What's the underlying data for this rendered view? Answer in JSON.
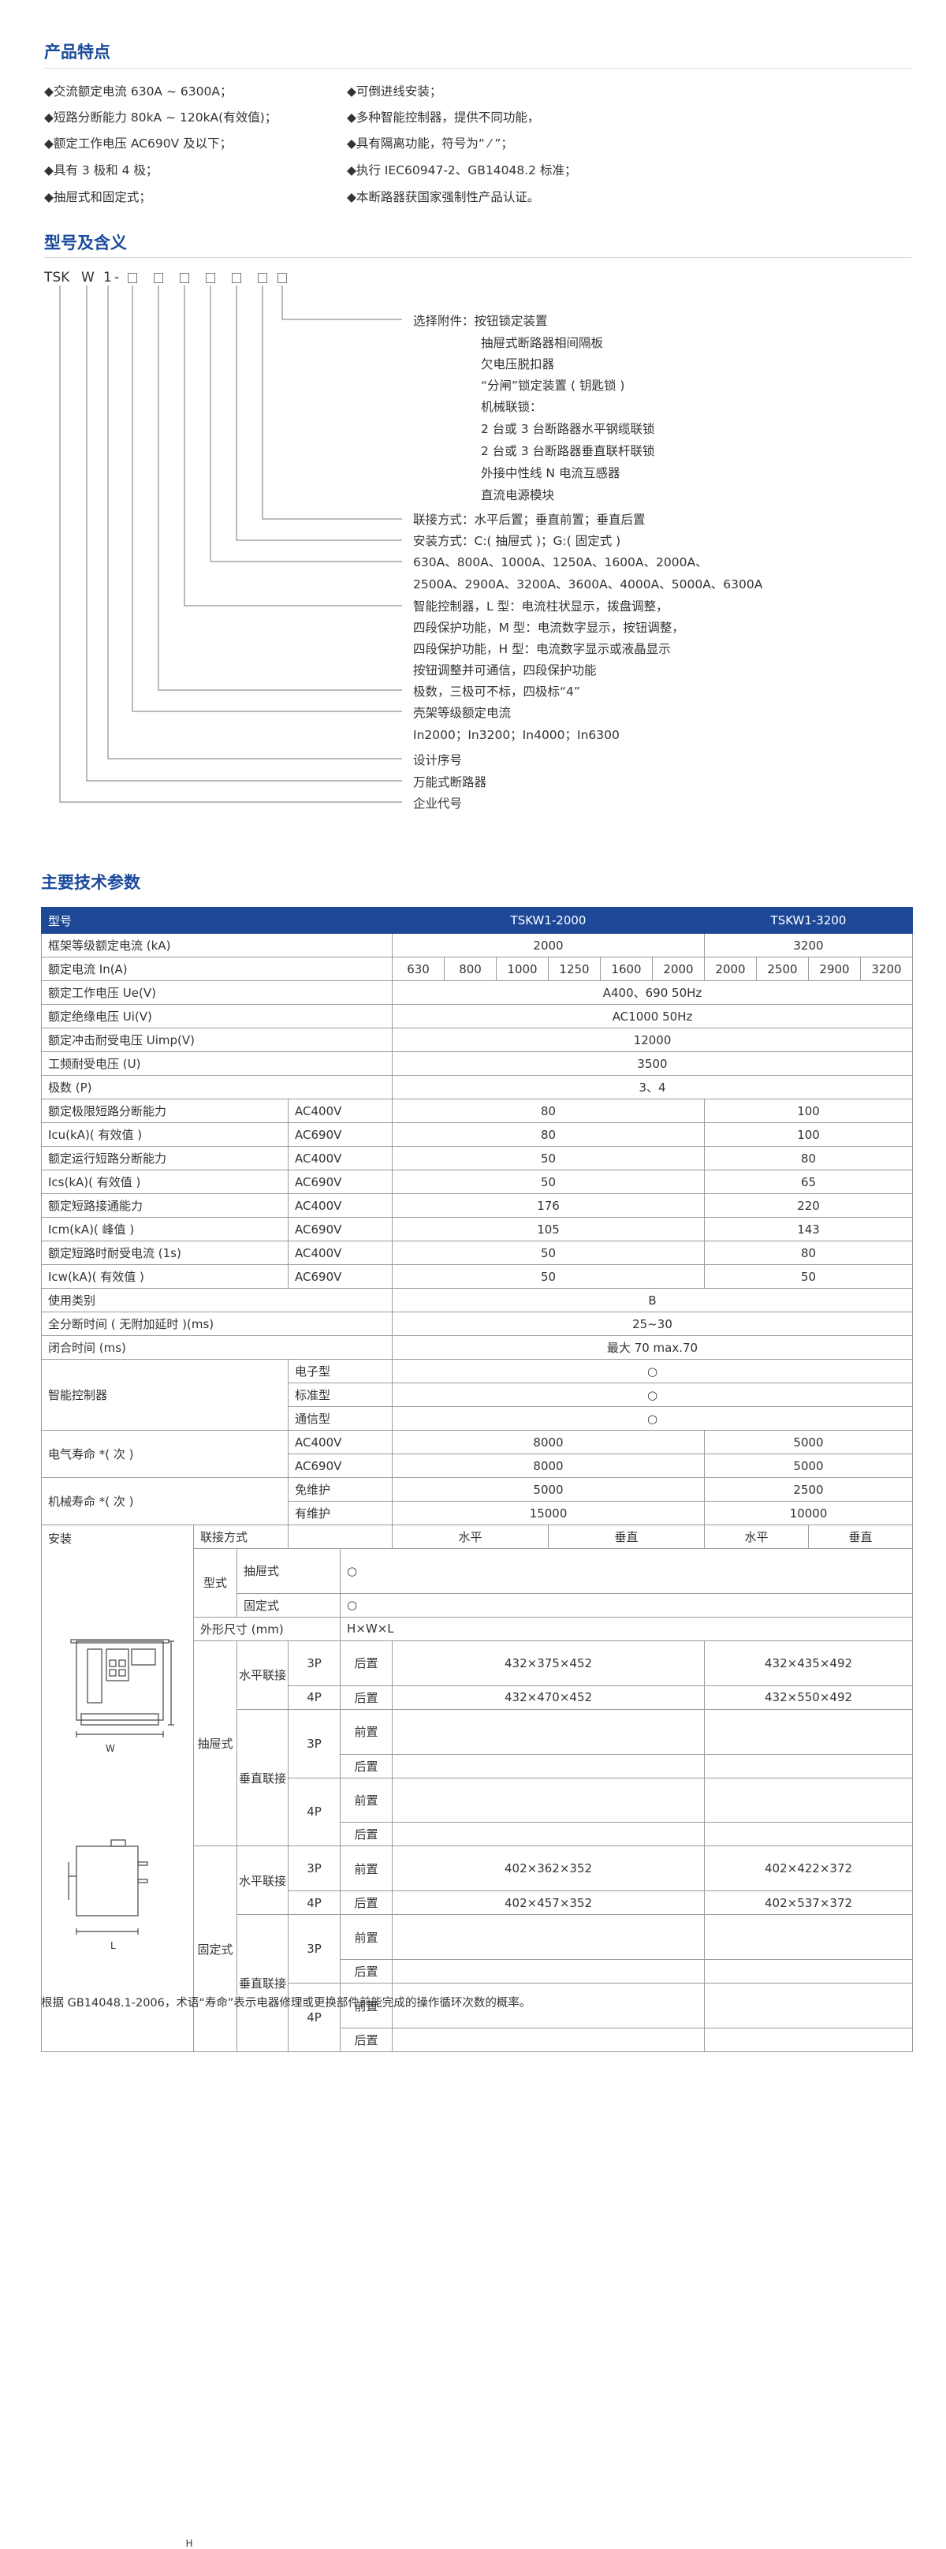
{
  "features": {
    "title": "产品特点",
    "left": [
      "◆交流额定电流 630A ~ 6300A；",
      "◆短路分断能力 80kA ~ 120kA(有效值)；",
      "◆额定工作电压 AC690V 及以下；",
      "◆具有 3 极和 4 极；",
      "◆抽屉式和固定式；"
    ],
    "right": [
      "◆可倒进线安装；",
      "◆多种智能控制器，提供不同功能，",
      "◆具有隔离功能，符号为“ ⁄ ”；",
      "◆执行 IEC60947-2、GB14048.2 标准；",
      "◆本断路器获国家强制性产品认证。"
    ]
  },
  "model": {
    "title": "型号及含义",
    "code": [
      "TSK",
      "W",
      "1",
      "-"
    ],
    "legend": [
      "选择附件：按钮锁定装置",
      "抽屉式断路器相间隔板",
      "欠电压脱扣器",
      "“分闸”锁定装置 ( 钥匙锁 )",
      "机械联锁：",
      "2 台或 3 台断路器水平钢缆联锁",
      "2 台或 3 台断路器垂直联杆联锁",
      "外接中性线 N 电流互感器",
      "直流电源模块",
      "联接方式：水平后置；垂直前置；垂直后置",
      "安装方式：C:( 抽屉式 )；G:( 固定式 )",
      "630A、800A、1000A、1250A、1600A、2000A、",
      "2500A、2900A、3200A、3600A、4000A、5000A、6300A",
      "智能控制器，L 型：电流柱状显示，拨盘调整，",
      "四段保护功能，M 型：电流数字显示，按钮调整，",
      "四段保护功能，H 型：电流数字显示或液晶显示",
      "按钮调整并可通信，四段保护功能",
      "极数，三极可不标，四极标“4”",
      "壳架等级额定电流",
      "In2000；In3200；In4000；In6300",
      "设计序号",
      "万能式断路器",
      "企业代号"
    ]
  },
  "params": {
    "title": "主要技术参数",
    "header": [
      "型号",
      "TSKW1-2000",
      "TSKW1-3200"
    ],
    "frame_current": {
      "label": "框架等级额定电流 (kA)",
      "a": "2000",
      "b": "3200"
    },
    "rated_current": {
      "label": "额定电流 In(A)",
      "values": [
        "630",
        "800",
        "1000",
        "1250",
        "1600",
        "2000",
        "2000",
        "2500",
        "2900",
        "3200"
      ]
    },
    "rows_simple": [
      {
        "label": "额定工作电压 Ue(V)",
        "value": "A400、690 50Hz"
      },
      {
        "label": "额定绝缘电压 Ui(V)",
        "value": "AC1000 50Hz"
      },
      {
        "label": "额定冲击耐受电压 Uimp(V)",
        "value": "12000"
      },
      {
        "label": "工频耐受电压 (U)",
        "value": "3500"
      },
      {
        "label": "极数 (P)",
        "value": "3、4"
      }
    ],
    "rows_volt": [
      {
        "label": "额定极限短路分断能力",
        "v": "AC400V",
        "a": "80",
        "b": "100"
      },
      {
        "label": "Icu(kA)( 有效值 )",
        "v": "AC690V",
        "a": "80",
        "b": "100"
      },
      {
        "label": "额定运行短路分断能力",
        "v": "AC400V",
        "a": "50",
        "b": "80"
      },
      {
        "label": "Ics(kA)( 有效值 )",
        "v": "AC690V",
        "a": "50",
        "b": "65"
      },
      {
        "label": "额定短路接通能力",
        "v": "AC400V",
        "a": "176",
        "b": "220"
      },
      {
        "label": "Icm(kA)( 峰值 )",
        "v": "AC690V",
        "a": "105",
        "b": "143"
      },
      {
        "label": "额定短路时耐受电流 (1s)",
        "v": "AC400V",
        "a": "50",
        "b": "80"
      },
      {
        "label": "Icw(kA)( 有效值 )",
        "v": "AC690V",
        "a": "50",
        "b": "50"
      }
    ],
    "usage": {
      "label": "使用类别",
      "value": "B"
    },
    "break_time": {
      "label": "全分断时间 ( 无附加延时 )(ms)",
      "value": "25~30"
    },
    "close_time": {
      "label": "闭合时间 (ms)",
      "value": "最大 70  max.70"
    },
    "controller": {
      "label": "智能控制器",
      "types": [
        "电子型",
        "标准型",
        "通信型"
      ],
      "mark": "○"
    },
    "elec_life": {
      "label": "电气寿命 *( 次 )",
      "rows": [
        {
          "v": "AC400V",
          "a": "8000",
          "b": "5000"
        },
        {
          "v": "AC690V",
          "a": "8000",
          "b": "5000"
        }
      ]
    },
    "mech_life": {
      "label": "机械寿命 *( 次 )",
      "rows": [
        {
          "v": "免维护",
          "a": "5000",
          "b": "2500"
        },
        {
          "v": "有维护",
          "a": "15000",
          "b": "10000"
        }
      ]
    },
    "install": {
      "label": "安装",
      "conn_label": "联接方式",
      "conn": [
        "水平",
        "垂直",
        "水平",
        "垂直"
      ],
      "type_label": "型式",
      "types": [
        "抽屉式",
        "固定式"
      ],
      "mark": "○",
      "dim_label": "外形尺寸 (mm)",
      "dim_value": "H×W×L",
      "drawer": "抽屉式",
      "fixed": "固定式",
      "horiz": "水平联接",
      "vert": "垂直联接",
      "p3": "3P",
      "p4": "4P",
      "rear": "后置",
      "front": "前置",
      "d_h3": {
        "a": "432×375×452",
        "b": "432×435×492"
      },
      "d_h4": {
        "a": "432×470×452",
        "b": "432×550×492"
      },
      "f_h3": {
        "a": "402×362×352",
        "b": "402×422×372"
      },
      "f_h4": {
        "a": "402×457×352",
        "b": "402×537×372"
      },
      "sketch_h": "H",
      "sketch_w": "W",
      "sketch_l": "L"
    },
    "footnote": "根据 GB14048.1-2006，术语“寿命”表示电器修理或更换部件前能完成的操作循环次数的概率。"
  }
}
